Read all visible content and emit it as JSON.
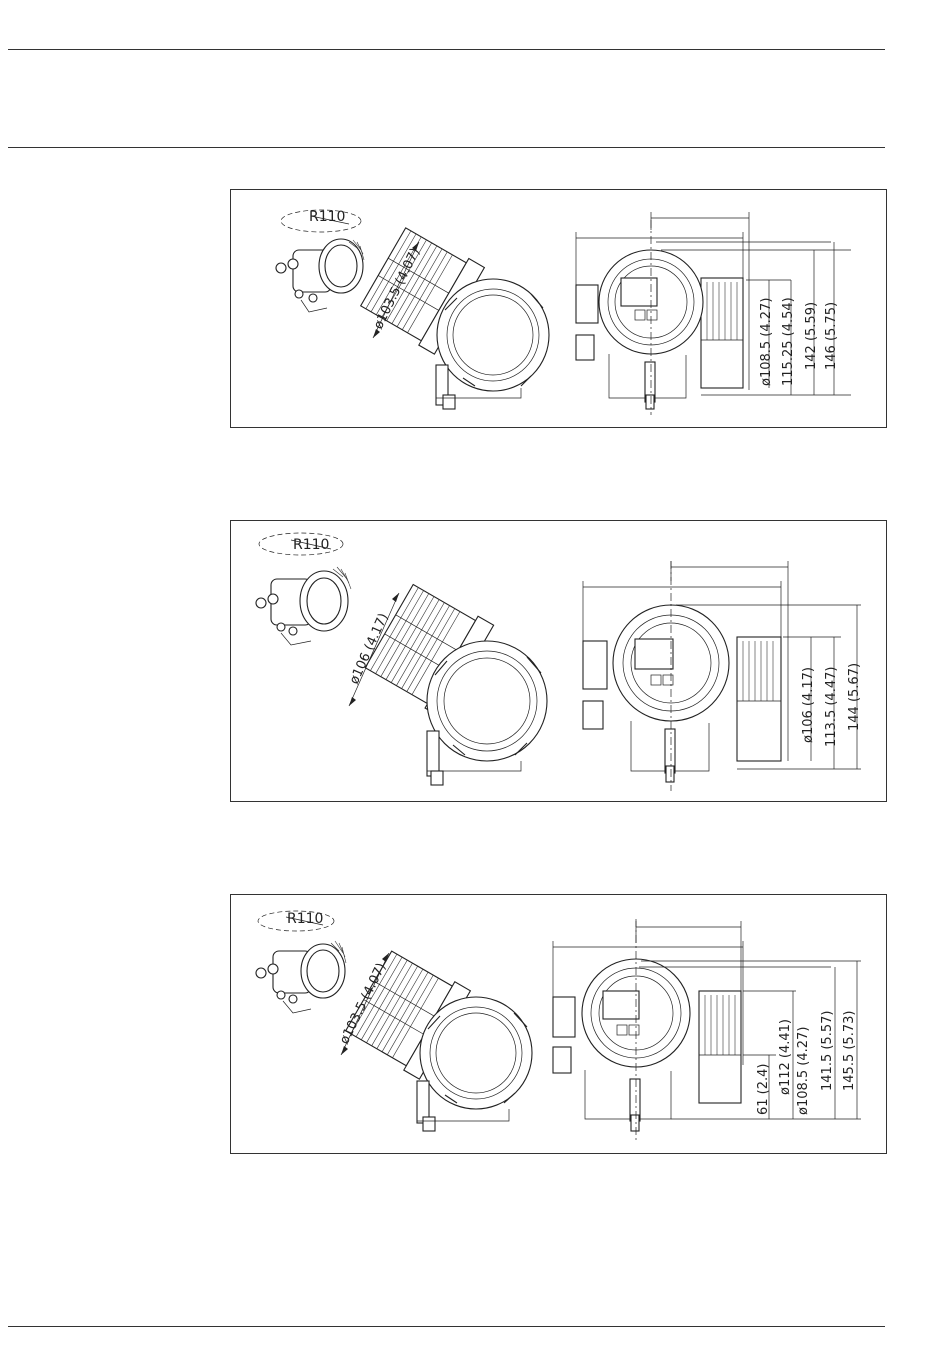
{
  "figures": [
    {
      "id": "figure-1",
      "radius_label": "R110",
      "diagonal_label": "ø103.5 (4.07)",
      "vertical_labels": [
        "ø108.5 (4.27)",
        "115.25 (4.54)",
        "142 (5.59)",
        "146 (5.75)"
      ]
    },
    {
      "id": "figure-2",
      "radius_label": "R110",
      "diagonal_label": "ø106 (4.17)",
      "vertical_labels": [
        "ø106 (4.17)",
        "113.5 (4.47)",
        "144 (5.67)"
      ]
    },
    {
      "id": "figure-3",
      "radius_label": "R110",
      "diagonal_label": "ø103.5 (4.07)",
      "vertical_labels": [
        "61 (2.4)",
        "ø108.5 (4.27)",
        "ø112 (4.41)",
        "141.5 (5.57)",
        "145.5 (5.73)"
      ]
    }
  ]
}
